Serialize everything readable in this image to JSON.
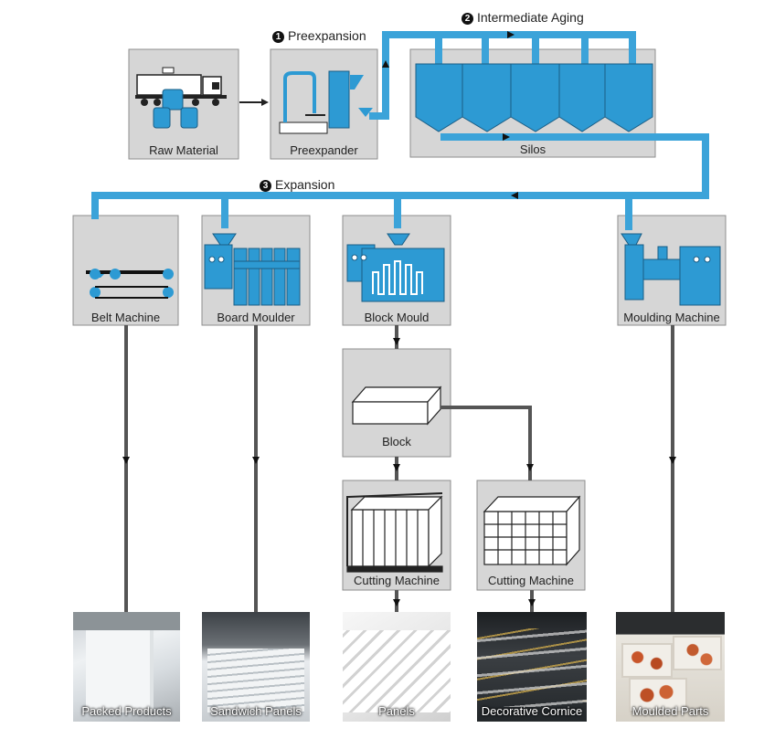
{
  "stages": {
    "preexpansion": {
      "num": "1",
      "label": "Preexpansion"
    },
    "aging": {
      "num": "2",
      "label": "Intermediate Aging"
    },
    "expansion": {
      "num": "3",
      "label": "Expansion"
    }
  },
  "boxes": {
    "raw_material": "Raw Material",
    "preexpander": "Preexpander",
    "silos": "Silos",
    "belt_machine": "Belt Machine",
    "board_moulder": "Board Moulder",
    "block_mould": "Block Mould",
    "moulding_machine": "Moulding Machine",
    "block": "Block",
    "cutting_machine_1": "Cutting Machine",
    "cutting_machine_2": "Cutting Machine"
  },
  "products": {
    "packed_products": "Packed Products",
    "sandwich_panels": "Sandwich Panels",
    "panels": "Panels",
    "decorative_cornice": "Decorative Cornice",
    "moulded_parts": "Moulded Parts"
  },
  "colors": {
    "pipe": "#3ba3d9",
    "box": "#d6d6d6",
    "machine": "#2d9ad3",
    "line": "#555555"
  }
}
